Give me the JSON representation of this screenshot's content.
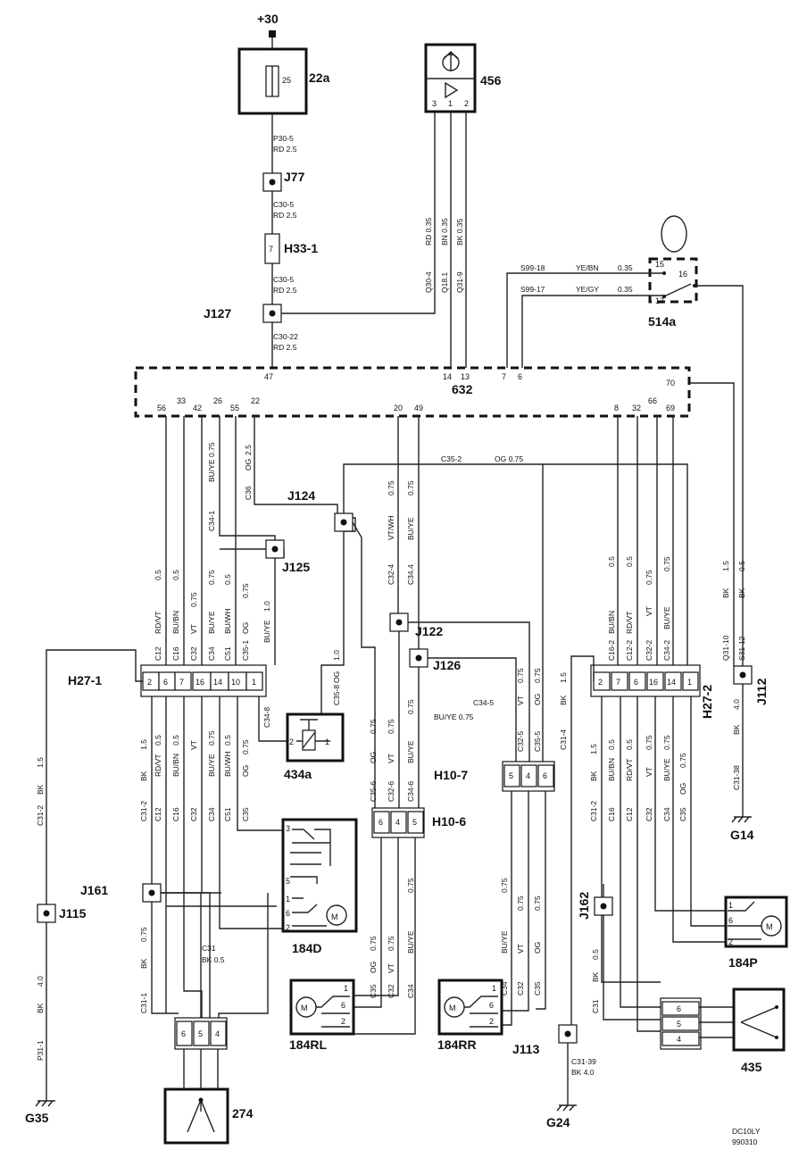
{
  "power": "+30",
  "fuse": {
    "id": "22a",
    "value": "25"
  },
  "nodes": {
    "J77": "J77",
    "H33_1": "H33-1",
    "H33_1_pin": "7",
    "J127": "J127",
    "J124": "J124",
    "J125": "J125",
    "J122": "J122",
    "J126": "J126",
    "J112": "J112",
    "J161": "J161",
    "J115": "J115",
    "J162": "J162",
    "J113": "J113"
  },
  "modules": {
    "m456": "456",
    "m632": "632",
    "m514a": "514a",
    "m434a": "434a",
    "m184D": "184D",
    "m184P": "184P",
    "m184RL": "184RL",
    "m184RR": "184RR",
    "m274": "274",
    "m435": "435"
  },
  "connectors": {
    "H27_1": "H27-1",
    "H27_2": "H27-2",
    "H10_7": "H10-7",
    "H10_6": "H10-6"
  },
  "grounds": {
    "G35": "G35",
    "G24": "G24",
    "G14": "G14"
  },
  "pins_456": [
    "3",
    "1",
    "2"
  ],
  "pins_632_top": [
    "47",
    "14",
    "13",
    "7",
    "6",
    "70"
  ],
  "pins_632_bottom": [
    "56",
    "33",
    "42",
    "26",
    "55",
    "22",
    "20",
    "49",
    "8",
    "32",
    "66",
    "69"
  ],
  "pins_514a": [
    "15",
    "16",
    "17"
  ],
  "pins_434a": [
    "2",
    "1"
  ],
  "pins_H27_1": [
    "2",
    "6",
    "7",
    "16",
    "14",
    "10",
    "1"
  ],
  "pins_H27_2": [
    "2",
    "7",
    "6",
    "16",
    "14",
    "1"
  ],
  "pins_H10_7": [
    "5",
    "4",
    "6"
  ],
  "pins_H10_6": [
    "6",
    "4",
    "5"
  ],
  "pins_274": [
    "6",
    "5",
    "4"
  ],
  "pins_435": [
    "6",
    "5",
    "4"
  ],
  "pins_184D": [
    "3",
    "5",
    "1",
    "6",
    "2"
  ],
  "pins_184P": [
    "1",
    "6",
    "2"
  ],
  "pins_184RL": [
    "1",
    "6",
    "2"
  ],
  "pins_184RR": [
    "1",
    "6",
    "2"
  ],
  "motor": "M",
  "wires": {
    "p30_5": "P30-5",
    "rd25": "RD      2.5",
    "c30_5": "C30-5",
    "c30_5b": "C30-5",
    "c30_22": "C30-22",
    "rd035": "RD    0.35",
    "bn035": "BN    0.35",
    "bk035": "BK    0.35",
    "q30_4": "Q30-4",
    "q18_1": "Q18.1",
    "q31_9": "Q31-9",
    "s99_18": "S99-18",
    "yebn": "YE/BN",
    "yegy": "YE/GY",
    "s99_17": "S99-17",
    "v035": "0.35",
    "c35_2": "C35-2",
    "og075": "OG       0.75",
    "c34_5": "C34-5",
    "buye075": "BU/YE      0.75",
    "c31_4": "C31-4",
    "c31_2": "C31-2",
    "c31_1": "C31-1",
    "c31": "C31",
    "bk05": "BK      0.5",
    "p31_1": "P31-1",
    "c31_39": "C31-39",
    "bk40": "BK      4.0",
    "c31_38": "C31-38",
    "q31_10": "Q31-10",
    "s31_12": "S31-12",
    "c12": "C12",
    "c16": "C16",
    "c32": "C32",
    "c34": "C34",
    "c51": "C51",
    "c35": "C35",
    "c35_1": "C35-1",
    "c34_8": "C34-8",
    "c35_8": "C35-8",
    "c34_1": "C34-1",
    "c36": "C36",
    "c32_4": "C32-4",
    "c34_4": "C34.4",
    "c35_6": "C35-6",
    "c32_6": "C32-6",
    "c34_6": "C34-6",
    "c32_5": "C32-5",
    "c35_5": "C35-5",
    "c16_2": "C16-2",
    "c12_2": "C12-2",
    "c32_2": "C32-2",
    "c34_2": "C34-2",
    "rdvt": "RD/VT",
    "bubn": "BU/BN",
    "vt": "VT",
    "buye": "BU/YE",
    "buwh": "BU/WH",
    "og": "OG",
    "bk": "BK",
    "vtwh": "VT/WH",
    "n05": "0.5",
    "n075": "0.75",
    "n10": "1.0",
    "n15": "1.5",
    "n40": "4.0",
    "n25": "2.5"
  },
  "footer": {
    "code": "DC10LY",
    "date": "990310"
  }
}
